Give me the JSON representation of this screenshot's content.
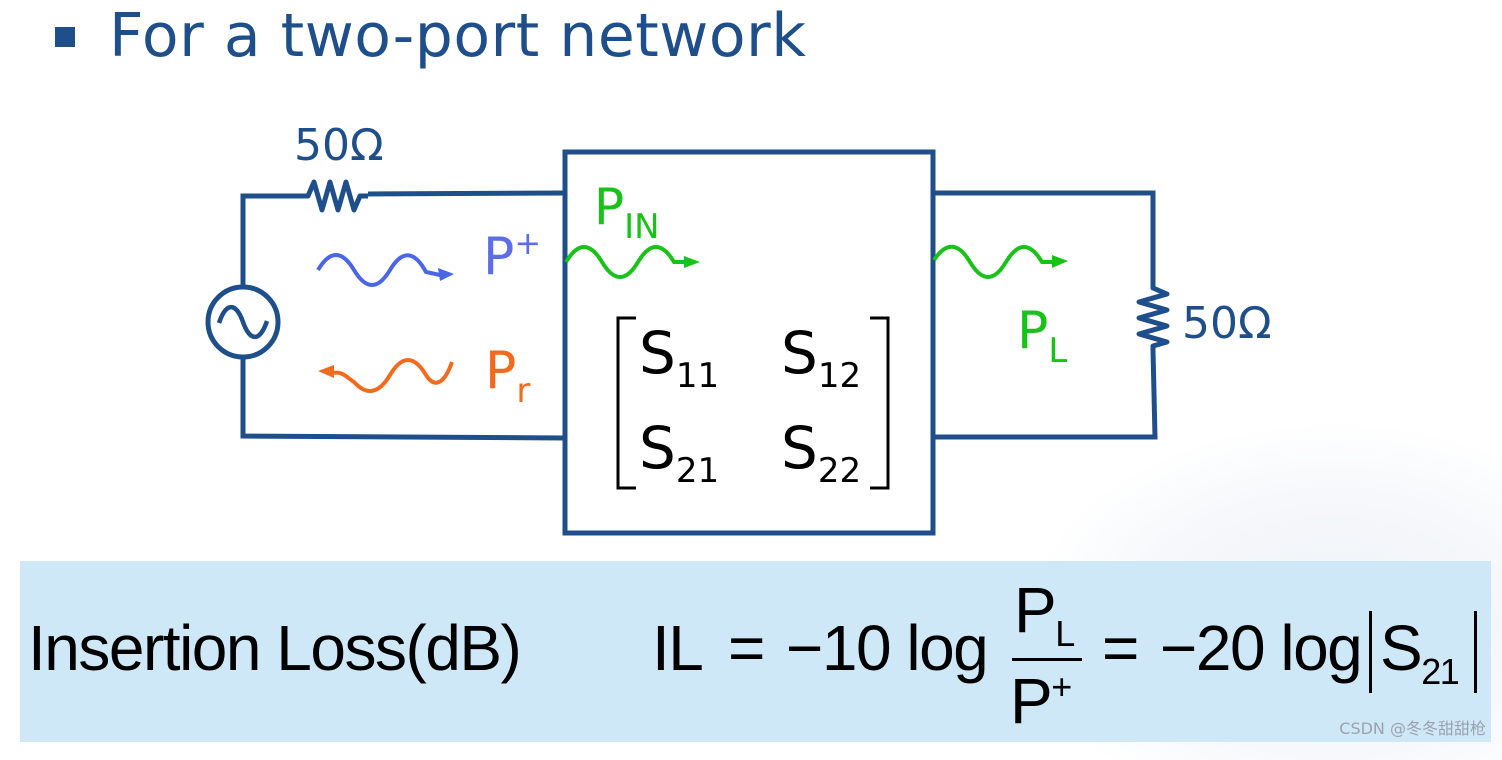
{
  "slide": {
    "bullet": "For a two-port network"
  },
  "circuit": {
    "source_resistor_label": "50Ω",
    "load_resistor_label": "50Ω",
    "incident_wave": {
      "main": "P",
      "sup": "+"
    },
    "reflected_wave": {
      "main": "P",
      "sub": "r"
    },
    "input_power": {
      "main": "P",
      "sub": "IN"
    },
    "load_power": {
      "main": "P",
      "sub": "L"
    },
    "matrix": [
      {
        "main": "S",
        "sub": "11"
      },
      {
        "main": "S",
        "sub": "12"
      },
      {
        "main": "S",
        "sub": "21"
      },
      {
        "main": "S",
        "sub": "22"
      }
    ]
  },
  "formula": {
    "label": "Insertion Loss(dB)",
    "lhs": "IL",
    "equals1": "=",
    "term1": "−10 log",
    "num_main": "P",
    "num_sub": "L",
    "den_main": "P",
    "den_sup": "+",
    "equals2": "=",
    "term2": "−20 log",
    "s_main": "S",
    "s_sub": "21"
  },
  "watermark": "CSDN @冬冬甜甜枪",
  "colors": {
    "wire": "#1f4f8a",
    "incident": "#4a66e6",
    "reflected": "#f26b1d",
    "power": "#19c219",
    "panel": "#cfe8f7"
  }
}
